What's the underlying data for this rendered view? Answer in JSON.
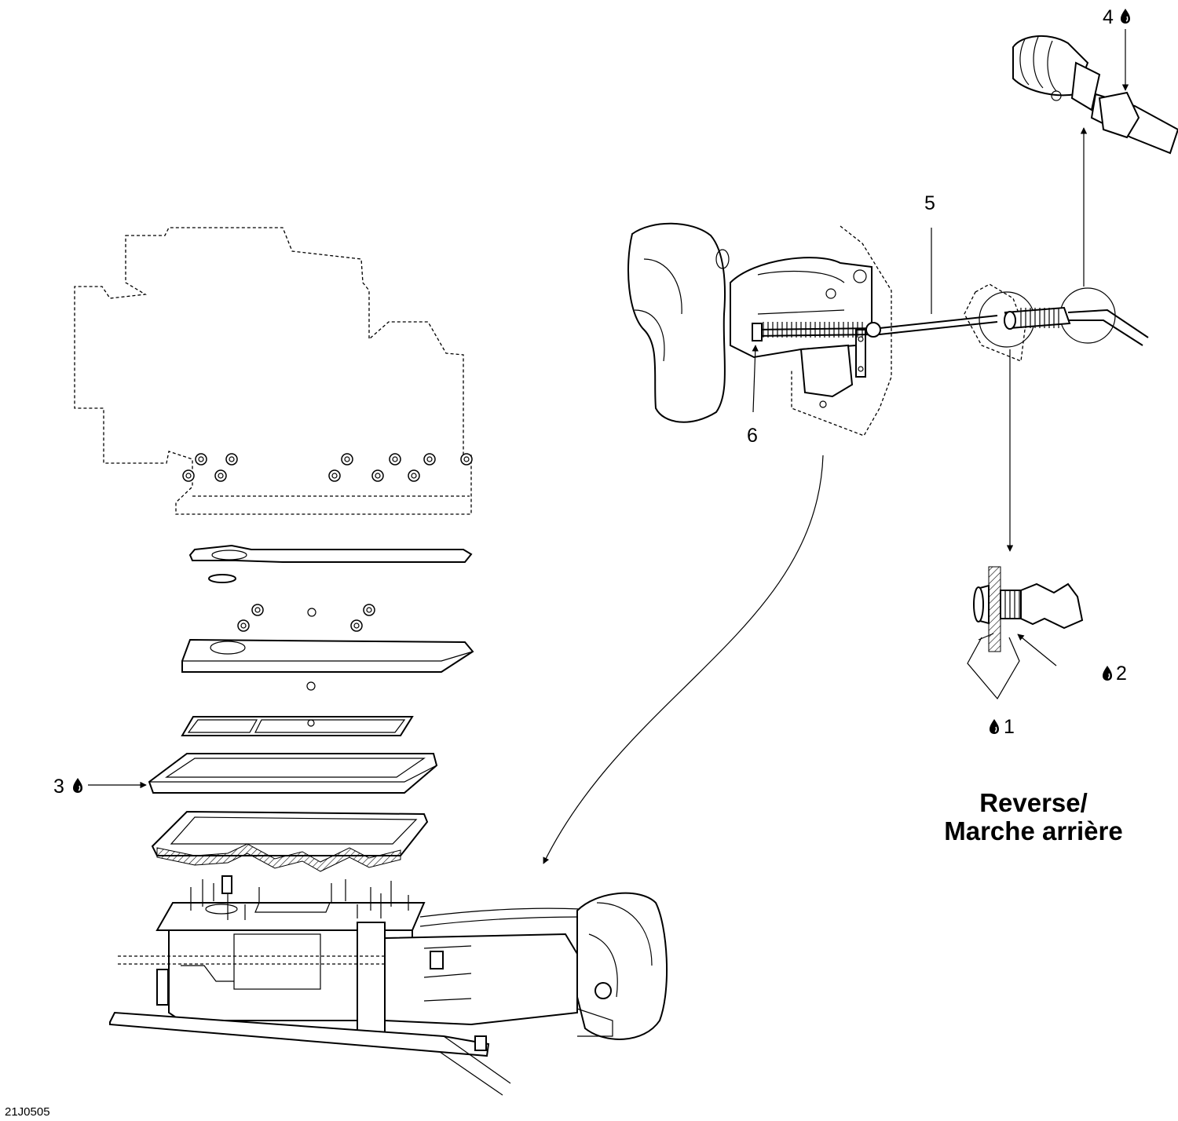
{
  "title": {
    "line1": "Reverse/",
    "line2": "Marche arrière"
  },
  "callouts": {
    "c1": "1",
    "c2": "2",
    "c3": "3",
    "c4": "4",
    "c5": "5",
    "c6": "6"
  },
  "drawing_code": "21J0505",
  "icons": {
    "lubricant": "oil-drop-icon"
  },
  "colors": {
    "line": "#000000",
    "background": "#ffffff"
  }
}
